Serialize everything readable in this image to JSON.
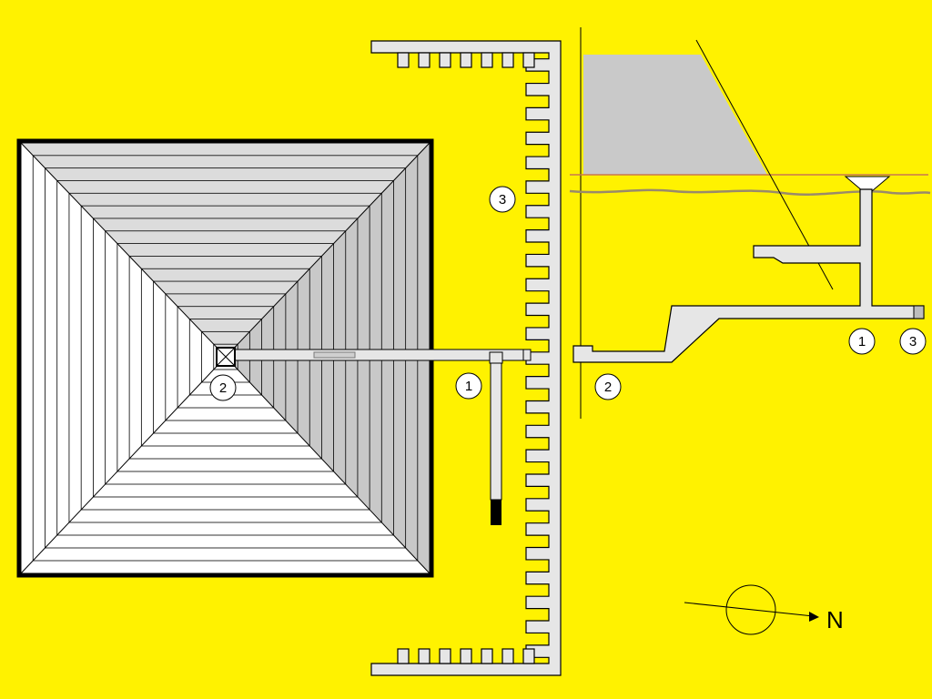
{
  "colors": {
    "background": "#FFF200",
    "outline": "#000000",
    "wall_fill": "#E6E6E6",
    "water_fill": "#C9C9C9",
    "ground_line": "#9A8A6A",
    "water_line": "#C87850",
    "label_fill": "#FFFFFF",
    "dark_tip": "#000000"
  },
  "plan_view": {
    "markers": [
      {
        "id": "marker-1",
        "text": "1"
      },
      {
        "id": "marker-2",
        "text": "2"
      },
      {
        "id": "marker-3",
        "text": "3"
      }
    ]
  },
  "section_view": {
    "markers": [
      {
        "id": "marker-1",
        "text": "1"
      },
      {
        "id": "marker-2",
        "text": "2"
      },
      {
        "id": "marker-3",
        "text": "3"
      }
    ]
  },
  "compass": {
    "label": "N",
    "icon": "north-arrow-icon"
  }
}
